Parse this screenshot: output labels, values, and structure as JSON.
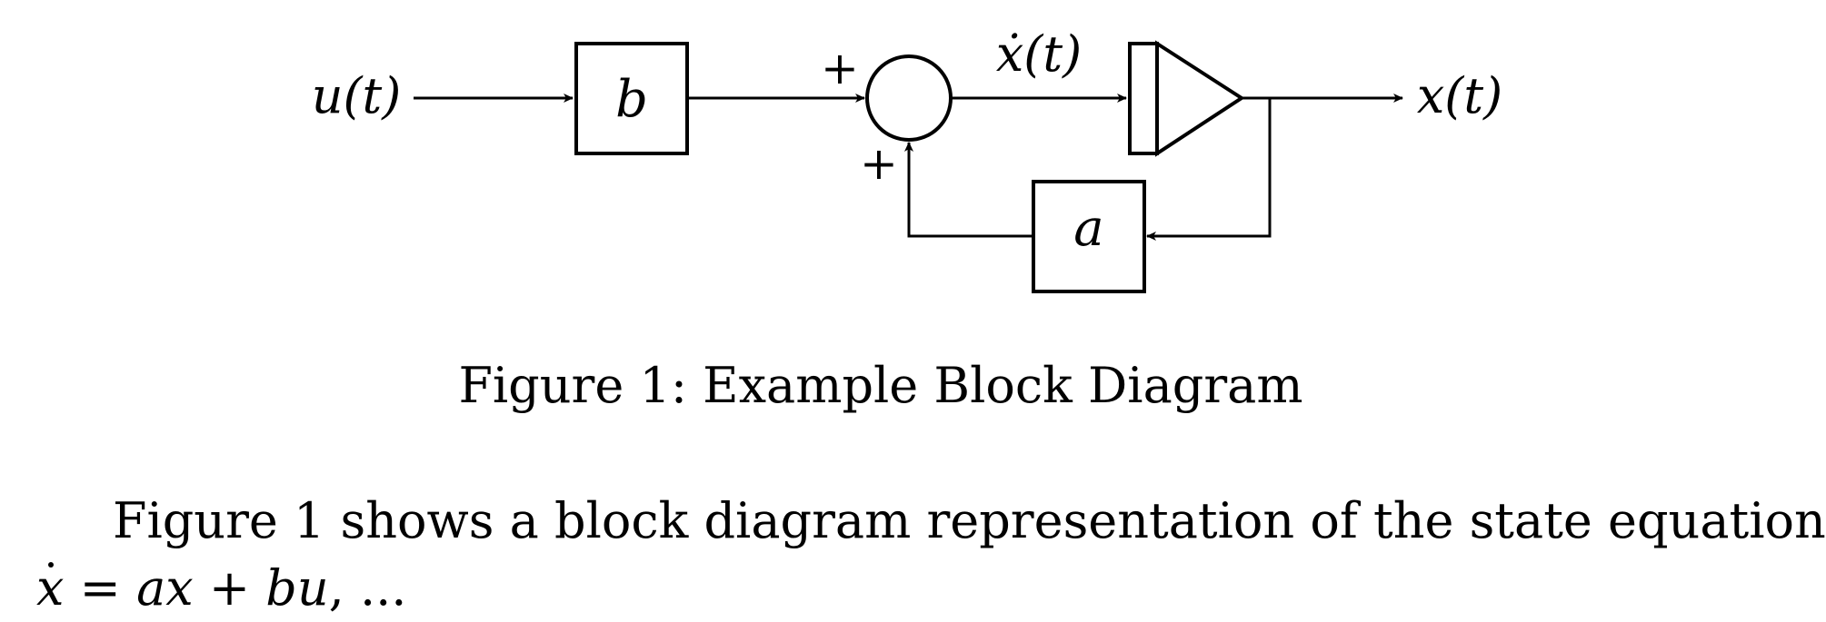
{
  "diagram": {
    "input_label": "u(t)",
    "gain_b_label": "b",
    "gain_a_label": "a",
    "sum_plus_top": "+",
    "sum_plus_bottom": "+",
    "derivative_label": "ẋ(t)",
    "output_label": "x(t)"
  },
  "caption": "Figure 1: Example Block Diagram",
  "paragraph": {
    "line1": "Figure 1 shows a block diagram representation of the state equation",
    "equation": {
      "lhs": "x",
      "equals": "=",
      "rhs": "ax + bu",
      "trailing": ", ..."
    }
  }
}
